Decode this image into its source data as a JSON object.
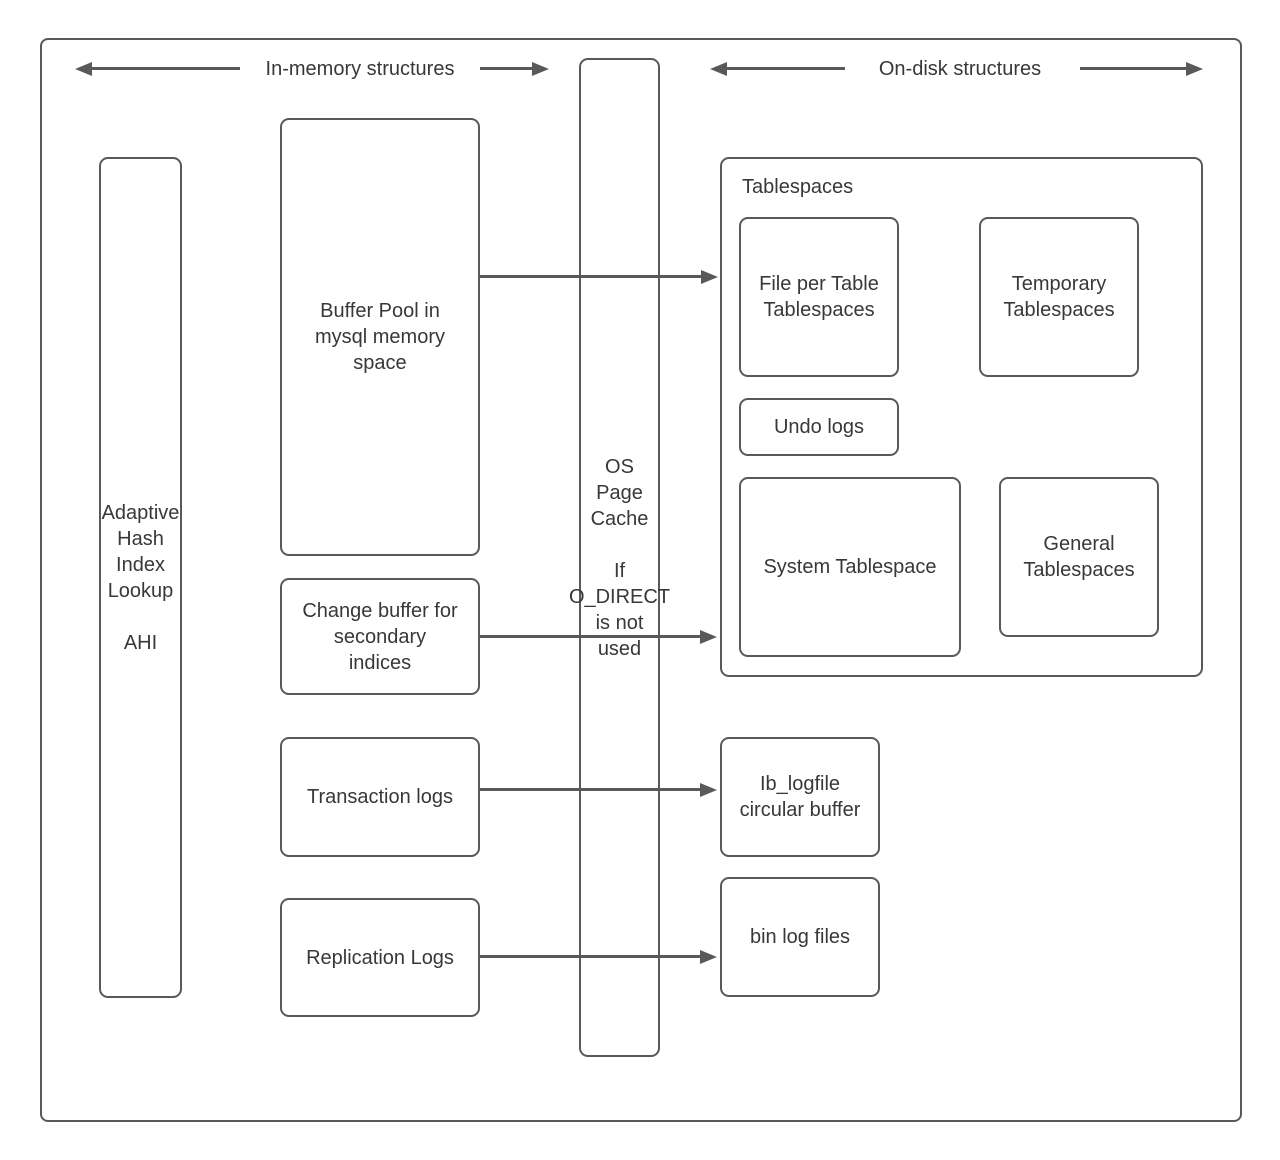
{
  "diagram": {
    "headers": {
      "in_memory": "In-memory structures",
      "on_disk": "On-disk structures"
    },
    "nodes": {
      "ahi": "Adaptive\nHash\nIndex\nLookup\n\nAHI",
      "buffer_pool": "Buffer Pool in\nmysql memory\nspace",
      "change_buffer": "Change buffer for\nsecondary\nindices",
      "transaction_logs": "Transaction logs",
      "replication_logs": "Replication Logs",
      "os_page_cache": "OS\nPage\nCache\n\nIf\nO_DIRECT\nis not\nused",
      "tablespaces_label": "Tablespaces",
      "file_per_table": "File per Table\nTablespaces",
      "temporary_tablespaces": "Temporary\nTablespaces",
      "undo_logs": "Undo logs",
      "system_tablespace": "System Tablespace",
      "general_tablespaces": "General\nTablespaces",
      "ib_logfile": "Ib_logfile\ncircular buffer",
      "bin_log_files": "bin log files"
    },
    "colors": {
      "stroke": "#595959",
      "text": "#383838",
      "background": "#ffffff"
    }
  }
}
